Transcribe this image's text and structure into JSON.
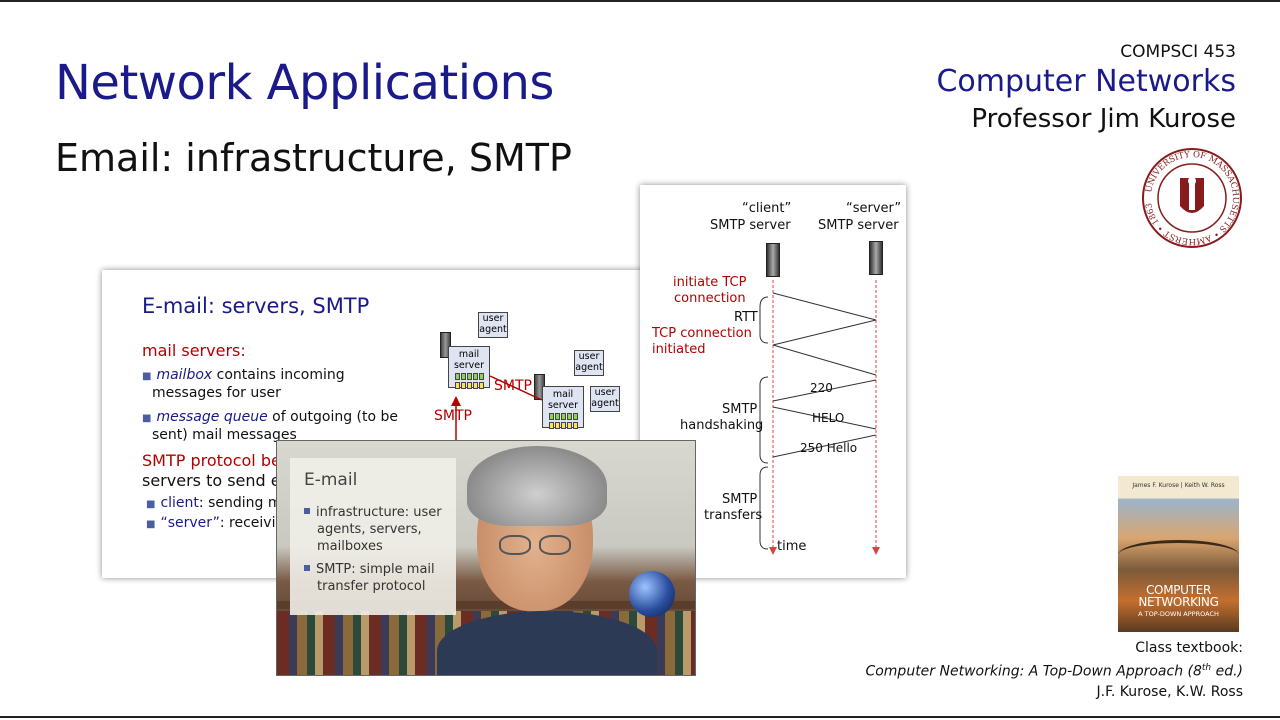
{
  "slide": {
    "title": "Network Applications",
    "subtitle": "Email: infrastructure, SMTP",
    "course_code": "COMPSCI 453",
    "course_name": "Computer Networks",
    "professor": "Professor Jim Kurose",
    "seal_text": "UNIVERSITY OF MASSACHUSETTS AMHERST 1863"
  },
  "embedded_slide_servers": {
    "title": "E-mail: servers, SMTP",
    "mail_servers_heading": "mail servers:",
    "mailbox_term": "mailbox",
    "mailbox_rest": " contains incoming",
    "mailbox_line2": "messages for user",
    "queue_term": "message queue",
    "queue_rest": " of outgoing (to be",
    "queue_line2": "sent) mail messages",
    "smtp_protocol_line1": "SMTP protocol be",
    "smtp_protocol_line2": "servers to send er",
    "client_term": "client",
    "client_rest": ": sending ma",
    "server_term": "“server”",
    "server_rest": ": receiving",
    "diagram": {
      "mail_server_label_1": "mail",
      "mail_server_label_2": "server",
      "user_agent_label_1": "user",
      "user_agent_label_2": "agent",
      "smtp_label": "SMTP"
    }
  },
  "embedded_slide_timing": {
    "client_label_1": "“client”",
    "client_label_2": "SMTP server",
    "server_label_1": "“server”",
    "server_label_2": "SMTP server",
    "initiate_1": "initiate TCP",
    "initiate_2": "connection",
    "rtt": "RTT",
    "initiated_1": "TCP connection",
    "initiated_2": "initiated",
    "msg_220": "220",
    "handshaking_1": "SMTP",
    "handshaking_2": "handshaking",
    "msg_helo": "HELO",
    "msg_250": "250 Hello",
    "transfers_1": "SMTP",
    "transfers_2": "transfers",
    "time": "time"
  },
  "video_overlay": {
    "title": "E-mail",
    "item1_line1": "infrastructure:  user",
    "item1_line2": "agents, servers,",
    "item1_line3": "mailboxes",
    "item2_line1": "SMTP: simple mail",
    "item2_line2": "transfer protocol"
  },
  "textbook": {
    "cover_authors": "James F. Kurose | Keith W. Ross",
    "cover_title_1": "COMPUTER",
    "cover_title_2": "NETWORKING",
    "cover_subtitle": "A TOP-DOWN APPROACH",
    "caption_label": "Class textbook:",
    "caption_title": "Computer Networking: A Top-Down Approach (8",
    "caption_sup": "th",
    "caption_edition": " ed.)",
    "caption_authors": "J.F. Kurose, K.W. Ross"
  },
  "colors": {
    "title_blue": "#1a1a8a",
    "accent_red": "#b40000",
    "queue_green": "#8bd44d",
    "queue_yellow": "#ffe24d",
    "umass_maroon": "#881c1c"
  }
}
